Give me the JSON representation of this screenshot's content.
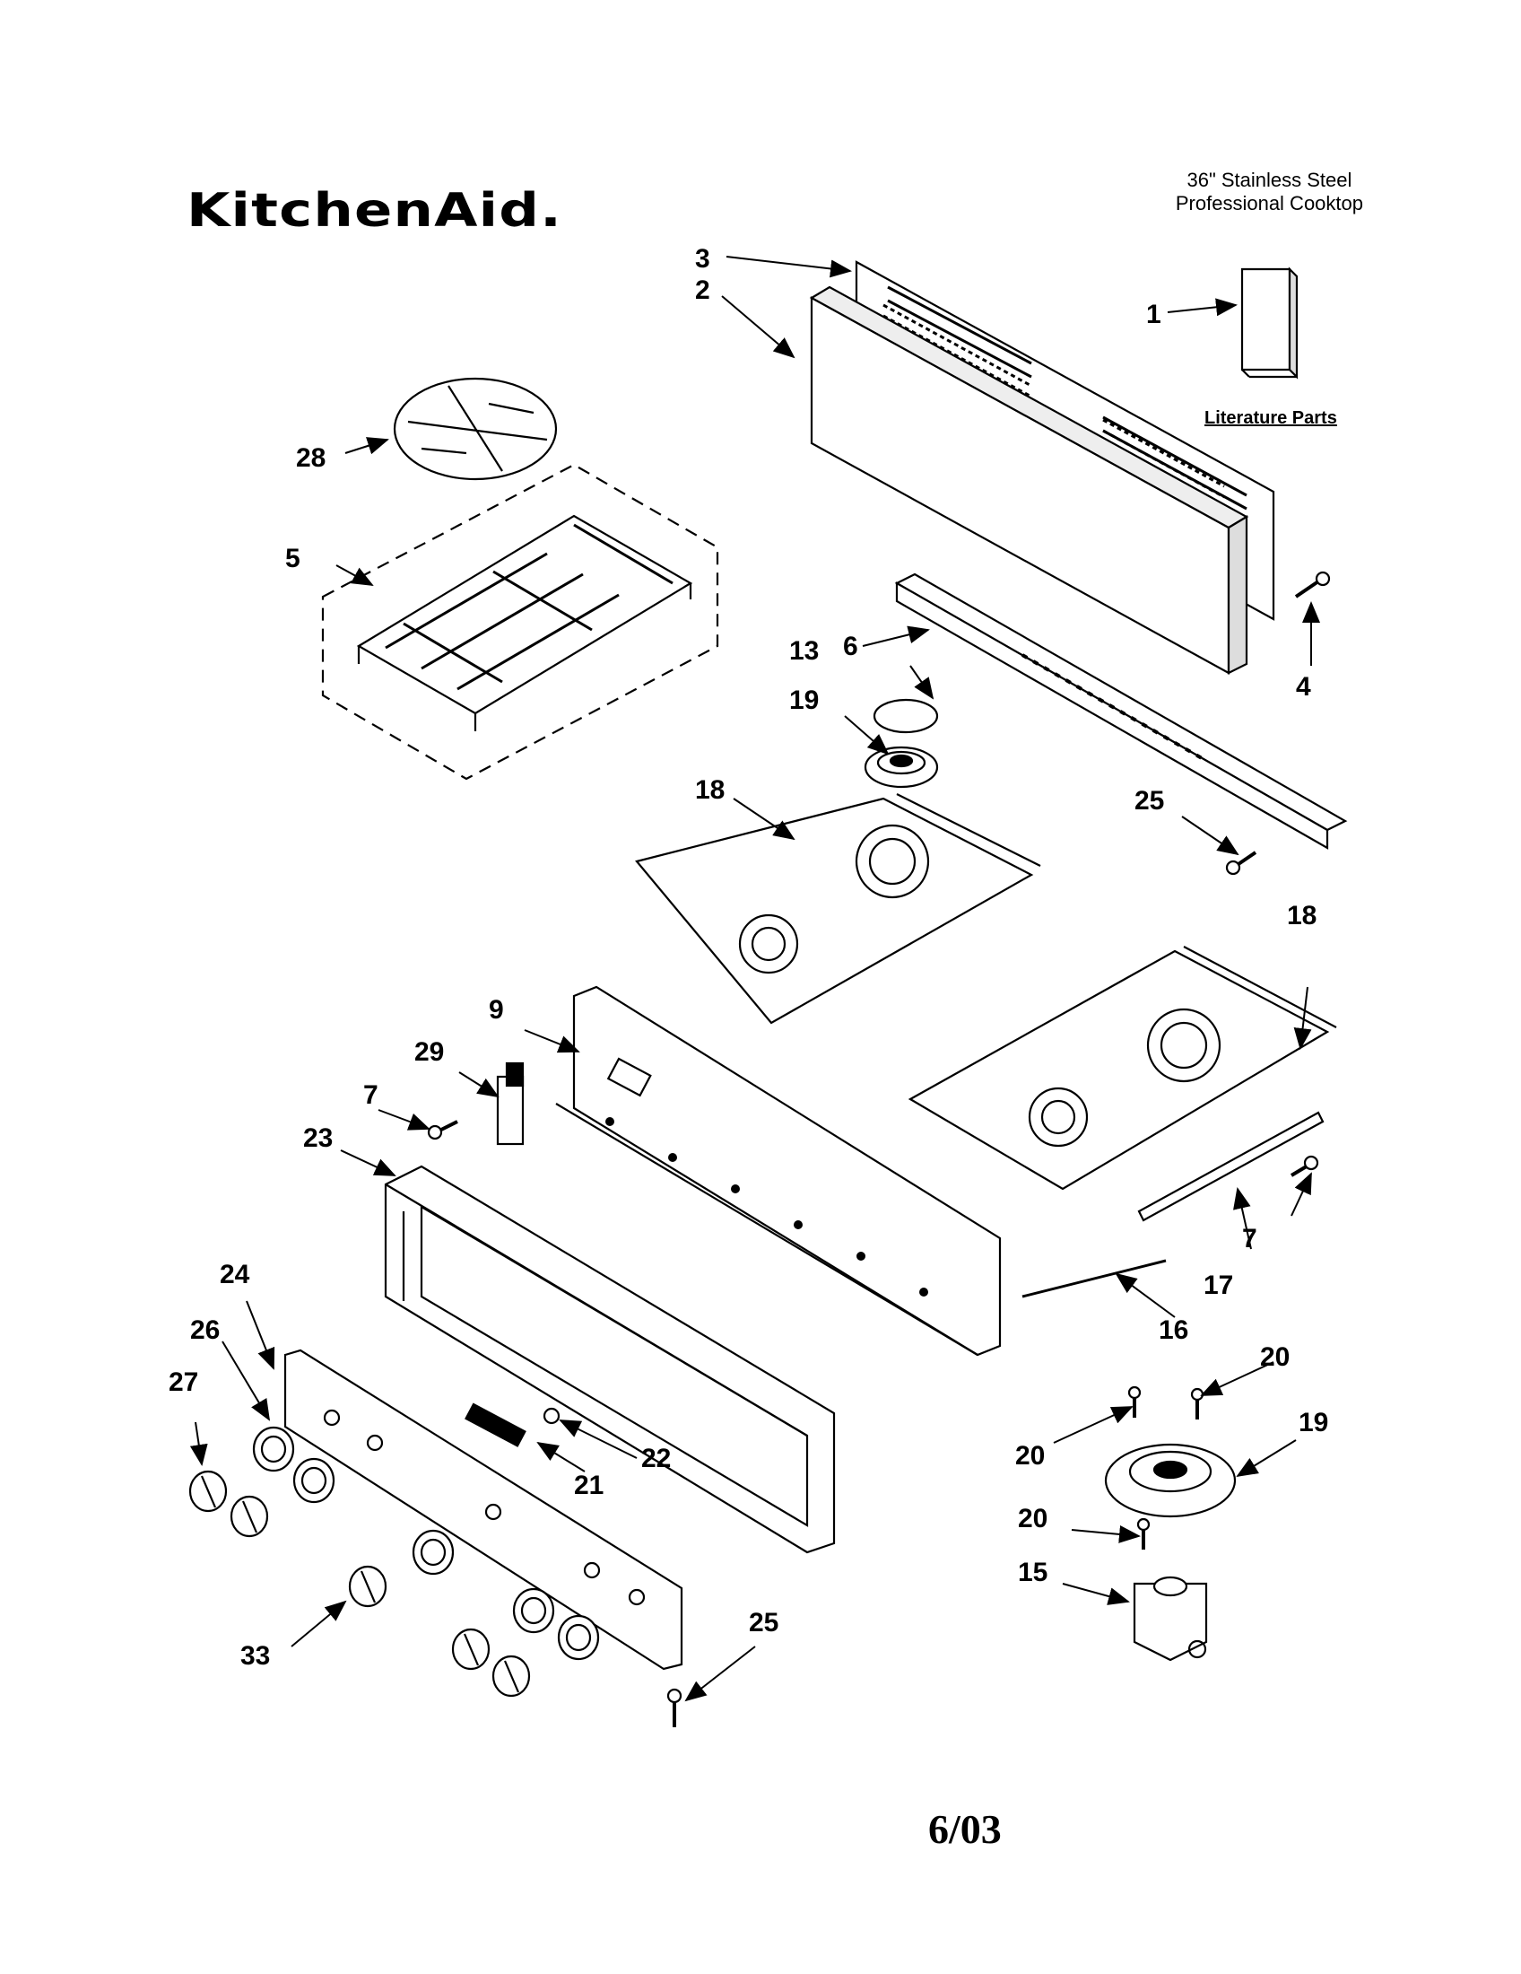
{
  "header": {
    "brand": "KitchenAid.",
    "subtitle_line1": "36\" Stainless Steel",
    "subtitle_line2": "Professional Cooktop"
  },
  "literature_label": "Literature Parts",
  "footer_date": "6/03",
  "callouts": {
    "c1": "1",
    "c2": "2",
    "c3": "3",
    "c4": "4",
    "c5": "5",
    "c6": "6",
    "c7a": "7",
    "c7b": "7",
    "c9": "9",
    "c13": "13",
    "c15": "15",
    "c16": "16",
    "c17": "17",
    "c18a": "18",
    "c18b": "18",
    "c19a": "19",
    "c19b": "19",
    "c20a": "20",
    "c20b": "20",
    "c20c": "20",
    "c21": "21",
    "c22": "22",
    "c23": "23",
    "c24": "24",
    "c25a": "25",
    "c25b": "25",
    "c26": "26",
    "c27": "27",
    "c28": "28",
    "c29": "29",
    "c33": "33"
  }
}
